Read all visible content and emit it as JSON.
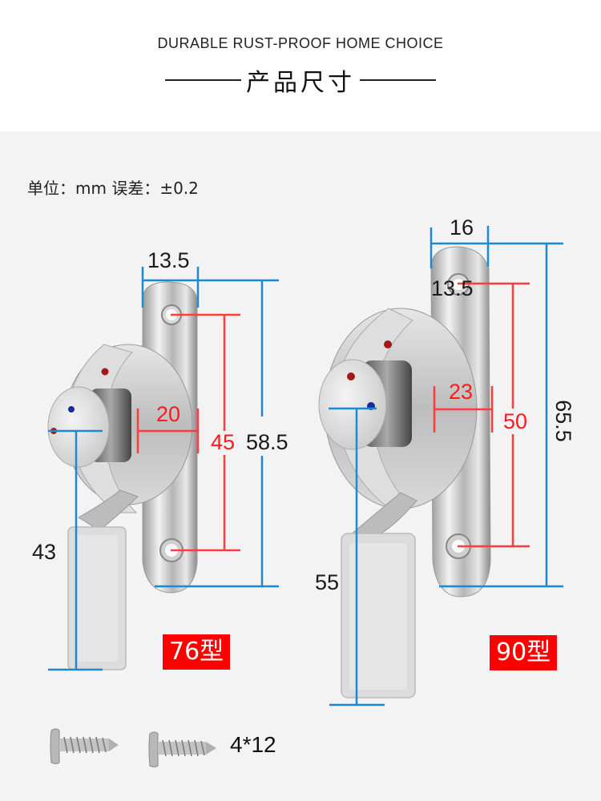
{
  "header": {
    "subtitle": "DURABLE RUST-PROOF HOME CHOICE",
    "title": "产品尺寸"
  },
  "unit_note": "单位：mm  误差：±0.2",
  "colors": {
    "dimension_blue": "#1a8ad4",
    "dimension_red": "#ff3b3b",
    "badge_red": "#ff0000",
    "background": "#f3f3f3",
    "header_bg": "#ffffff"
  },
  "products": [
    {
      "model": "76型",
      "dimensions": {
        "mount_width": "13.5",
        "knob_depth": "20",
        "hole_spacing": "45",
        "total_height": "58.5",
        "handle_length": "43"
      }
    },
    {
      "model": "90型",
      "dimensions": {
        "mount_width": "16",
        "hole_diameter_note": "13.5",
        "knob_depth": "23",
        "hole_spacing": "50",
        "total_height": "65.5",
        "handle_length": "55"
      }
    }
  ],
  "accessories": {
    "screw_count": 2,
    "screw_size": "4*12"
  }
}
